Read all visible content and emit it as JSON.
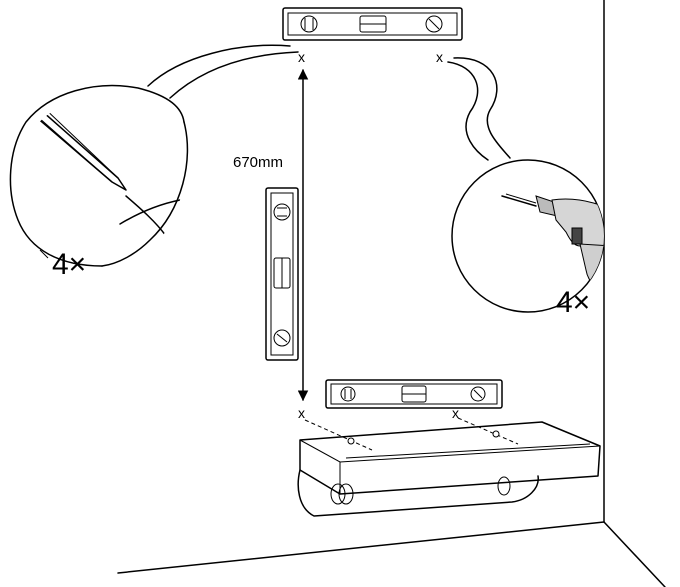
{
  "distance_label": "670mm",
  "pencil_count_label": "4×",
  "drill_count_label": "4×",
  "mark_symbol": "x"
}
